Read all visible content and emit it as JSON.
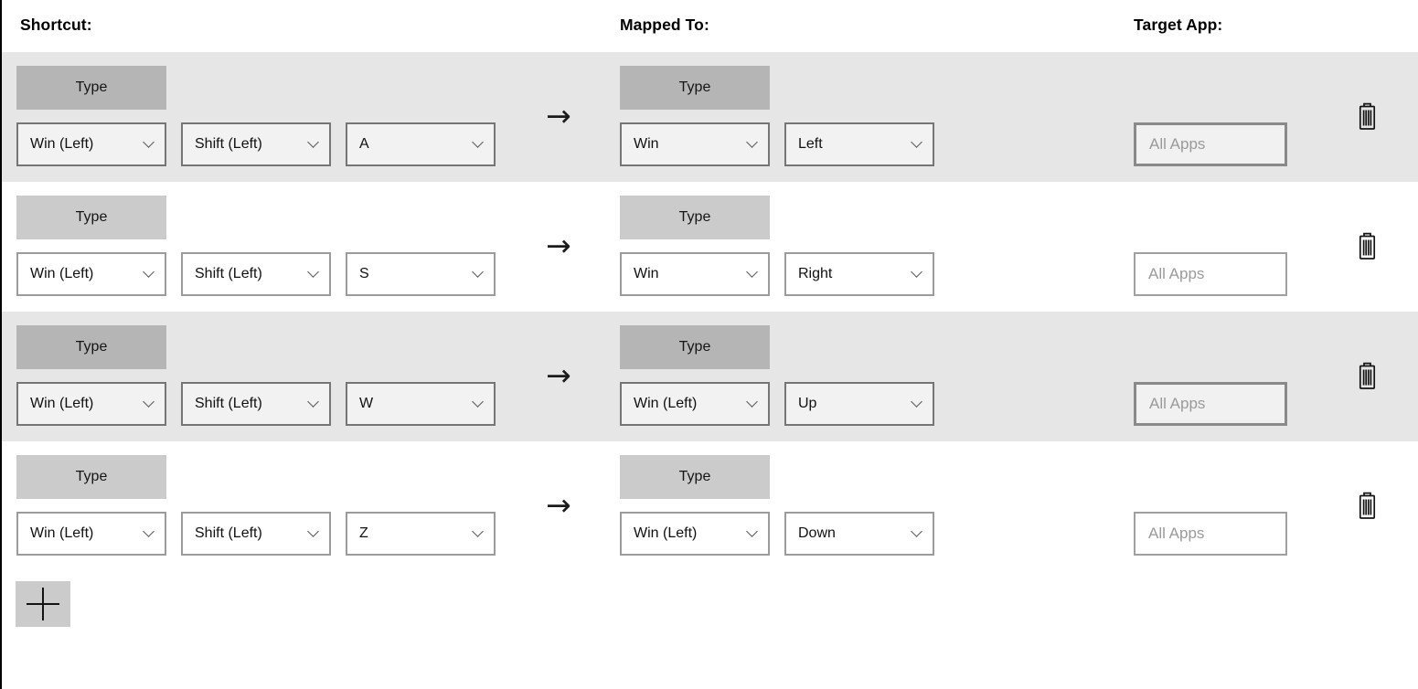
{
  "header": {
    "shortcut_label": "Shortcut:",
    "mapped_to_label": "Mapped To:",
    "target_app_label": "Target App:"
  },
  "controls": {
    "type_button_label": "Type",
    "arrow_glyph": "→",
    "target_app_placeholder": "All Apps"
  },
  "icons": {
    "delete": "trash-icon",
    "add": "plus-icon",
    "dropdown": "chevron-down-icon",
    "maps_to": "arrow-right-icon"
  },
  "rows": [
    {
      "shortcut_keys": [
        "Win (Left)",
        "Shift (Left)",
        "A"
      ],
      "mapped_keys": [
        "Win",
        "Left"
      ]
    },
    {
      "shortcut_keys": [
        "Win (Left)",
        "Shift (Left)",
        "S"
      ],
      "mapped_keys": [
        "Win",
        "Right"
      ]
    },
    {
      "shortcut_keys": [
        "Win (Left)",
        "Shift (Left)",
        "W"
      ],
      "mapped_keys": [
        "Win (Left)",
        "Up"
      ]
    },
    {
      "shortcut_keys": [
        "Win (Left)",
        "Shift (Left)",
        "Z"
      ],
      "mapped_keys": [
        "Win (Left)",
        "Down"
      ]
    }
  ],
  "colors": {
    "row_alt_bg": "#e6e6e6",
    "row_bg": "#ffffff",
    "type_button_alt_bg": "#b5b5b5",
    "type_button_bg": "#cbcbcb",
    "dropdown_border_alt": "#757575",
    "dropdown_border": "#9b9b9b",
    "placeholder_text": "#9a9a9a",
    "icon_color": "#141414"
  }
}
